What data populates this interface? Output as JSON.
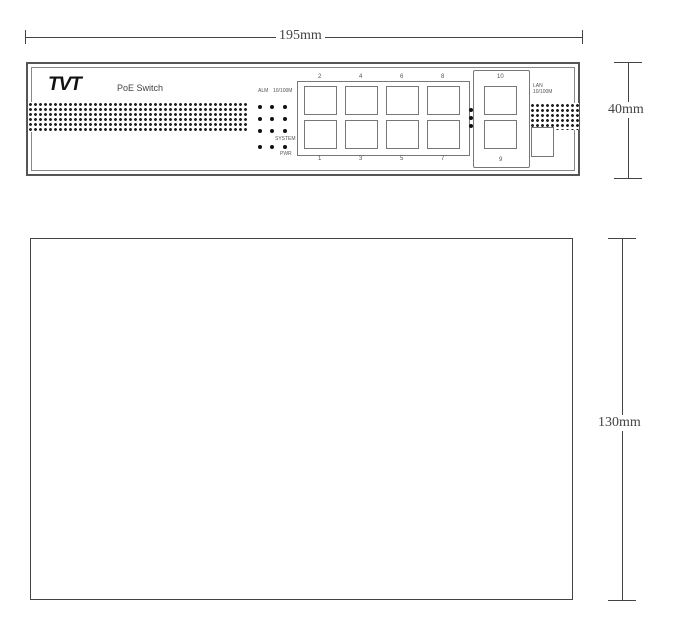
{
  "dimensions": {
    "width": "195mm",
    "height": "40mm",
    "depth": "130mm"
  },
  "front_panel": {
    "brand": "TVT",
    "model_label": "PoE Switch",
    "led_labels": {
      "alm": "ALM",
      "speed": "10/100M",
      "system": "SYSTEM",
      "power": "PWR"
    },
    "uplink_label": "LAN 10/100M",
    "ports_top": [
      "2",
      "4",
      "6",
      "8"
    ],
    "ports_bottom": [
      "1",
      "3",
      "5",
      "7"
    ],
    "uplink_top": "10",
    "uplink_bottom": "9"
  }
}
